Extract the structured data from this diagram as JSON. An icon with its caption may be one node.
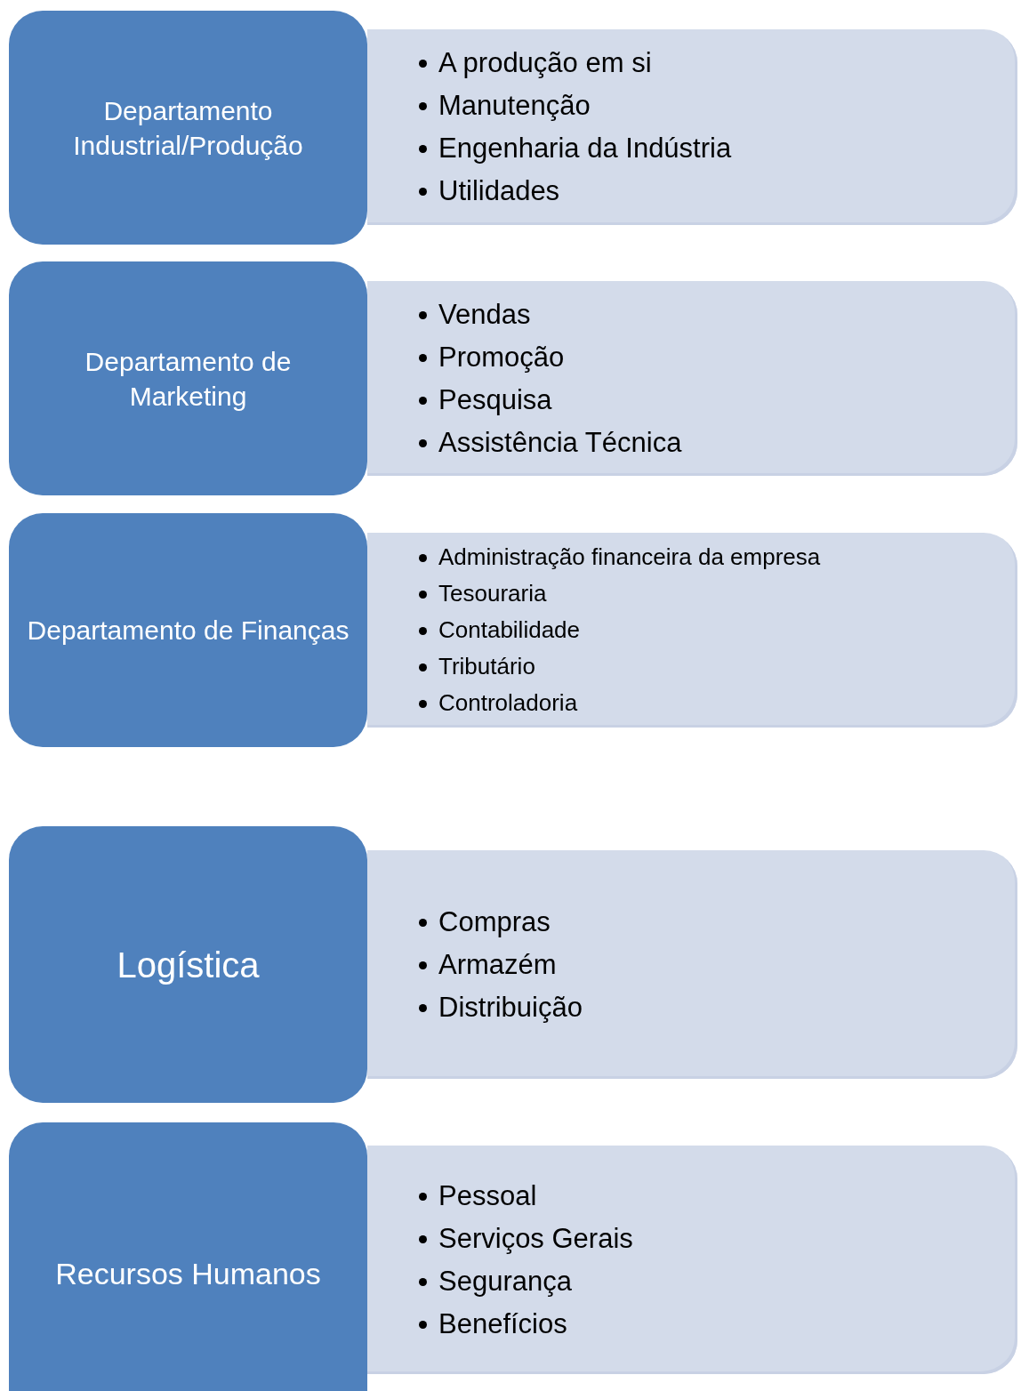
{
  "diagram": {
    "nodes": [
      {
        "text": [
          "Departamento Industrial/Produção"
        ]
      },
      {
        "text": [
          "A produção em si",
          "Manutenção",
          "Engenharia da Indústria",
          "Utilidades"
        ]
      },
      {
        "text": [
          "Departamento de Marketing"
        ]
      },
      {
        "text": [
          "Vendas",
          "Promoção",
          "Pesquisa",
          "Assistência Técnica"
        ]
      },
      {
        "text": [
          "Departamento de Finanças"
        ]
      },
      {
        "text": [
          "Administração financeira da empresa",
          "Tesouraria",
          "Contabilidade",
          "Tributário",
          "Controladoria"
        ]
      },
      {
        "text": [
          "Logística"
        ]
      },
      {
        "text": [
          "Compras",
          "Armazém",
          "Distribuição"
        ]
      },
      {
        "text": [
          "Recursos Humanos"
        ]
      },
      {
        "text": [
          "Pessoal",
          "Serviços Gerais",
          "Segurança",
          "Benefícios"
        ]
      }
    ]
  }
}
